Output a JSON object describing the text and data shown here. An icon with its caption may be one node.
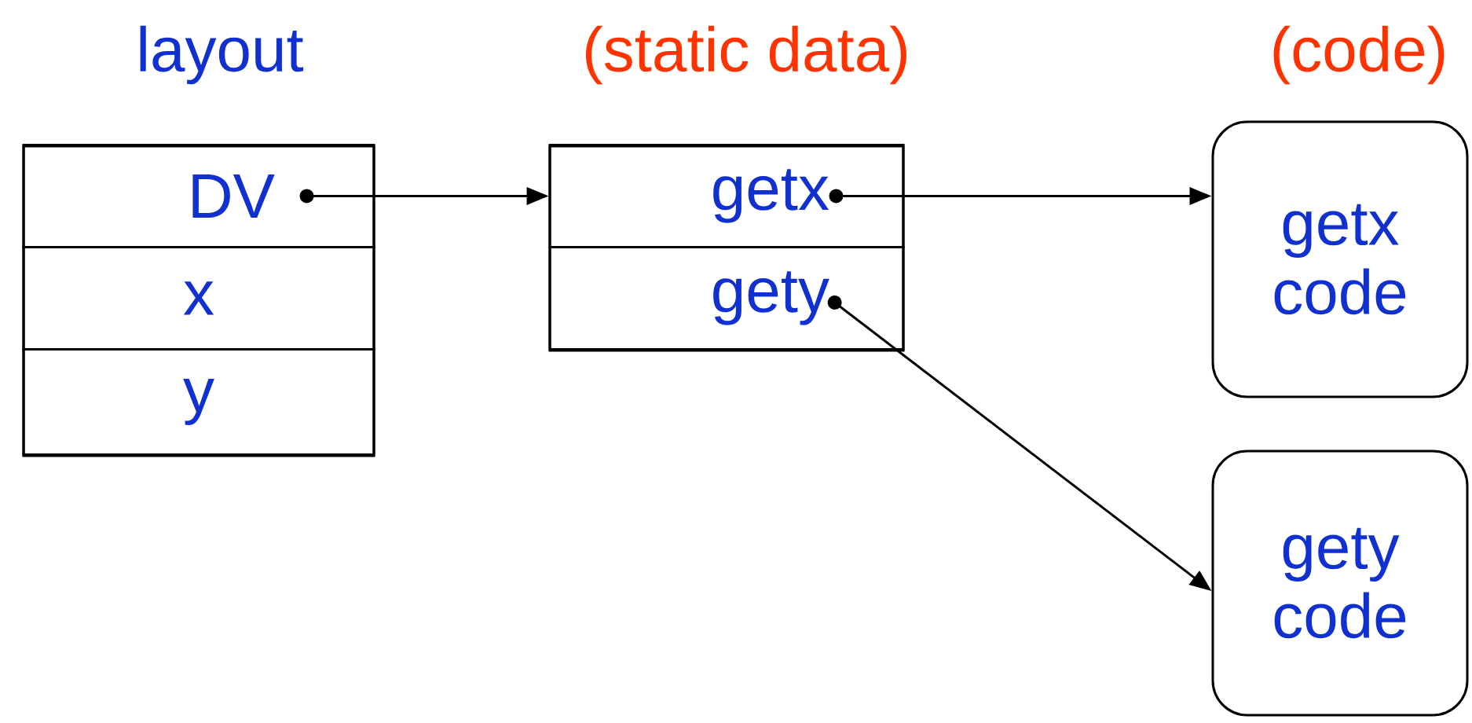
{
  "diagram": {
    "nodes": [
      {
        "text": [
          "layout"
        ]
      },
      {
        "text": [
          "DV"
        ],
        "in": 0
      },
      {
        "text": [
          "x"
        ],
        "in": 0
      },
      {
        "text": [
          "y"
        ],
        "in": 0
      },
      {
        "text": [
          "(static data)"
        ]
      },
      {
        "text": [
          "getx"
        ],
        "in": 4
      },
      {
        "text": [
          "gety"
        ],
        "in": 4
      },
      {
        "text": [
          "getx code"
        ]
      },
      {
        "text": [
          "gety code"
        ]
      }
    ],
    "edges": [
      {
        "from": 1,
        "to": 5,
        "arrow": "to"
      },
      {
        "from": 5,
        "to": 7,
        "arrow": "to"
      },
      {
        "from": 6,
        "to": 8,
        "arrow": "to"
      }
    ],
    "labels": [
      "(code)"
    ]
  }
}
